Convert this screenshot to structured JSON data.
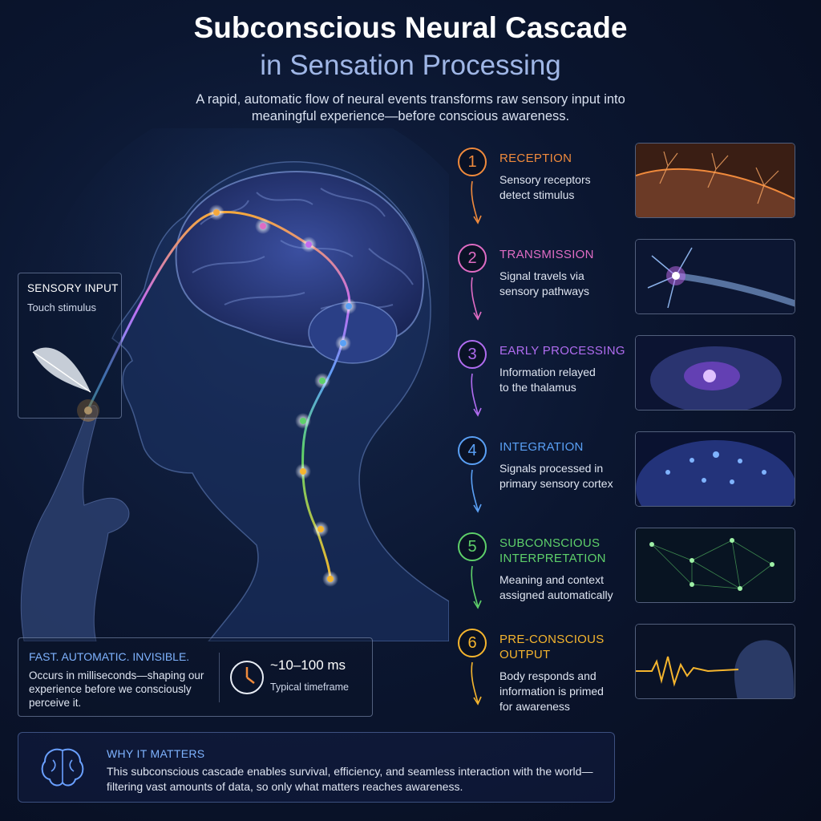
{
  "title": "Subconscious Neural Cascade",
  "subtitle": "in Sensation Processing",
  "intro": "A rapid, automatic flow of neural events transforms raw sensory input into meaningful experience—before conscious awareness.",
  "sensory_input": {
    "title": "SENSORY INPUT",
    "subtitle": "Touch stimulus"
  },
  "steps": [
    {
      "number": "1",
      "title_lines": [
        "RECEPTION"
      ],
      "desc_lines": [
        "Sensory receptors",
        "detect stimulus"
      ],
      "color": "#f08a3c"
    },
    {
      "number": "2",
      "title_lines": [
        "TRANSMISSION"
      ],
      "desc_lines": [
        "Signal travels via",
        "sensory pathways"
      ],
      "color": "#e06cc4"
    },
    {
      "number": "3",
      "title_lines": [
        "EARLY PROCESSING"
      ],
      "desc_lines": [
        "Information relayed",
        "to the thalamus"
      ],
      "color": "#b06cf0"
    },
    {
      "number": "4",
      "title_lines": [
        "INTEGRATION"
      ],
      "desc_lines": [
        "Signals processed in",
        "primary sensory cortex"
      ],
      "color": "#5aa0f5"
    },
    {
      "number": "5",
      "title_lines": [
        "SUBCONSCIOUS",
        "INTERPRETATION"
      ],
      "desc_lines": [
        "Meaning and context",
        "assigned automatically"
      ],
      "color": "#5ed06a"
    },
    {
      "number": "6",
      "title_lines": [
        "PRE-CONSCIOUS",
        "OUTPUT"
      ],
      "desc_lines": [
        "Body responds and",
        "information is primed",
        "for awareness"
      ],
      "color": "#f5b52e"
    }
  ],
  "fast": {
    "title": "FAST. AUTOMATIC. INVISIBLE.",
    "desc": "Occurs in milliseconds—shaping our experience before we consciously perceive it.",
    "time": "~10–100 ms",
    "time_label": "Typical timeframe"
  },
  "why": {
    "title": "WHY IT MATTERS",
    "desc": "This subconscious cascade enables survival, efficiency, and seamless interaction with the world—filtering vast amounts of data, so only what matters reaches awareness."
  },
  "icons": {
    "clock": "clock-icon",
    "brain": "brain-icon",
    "feather": "feather-icon"
  }
}
